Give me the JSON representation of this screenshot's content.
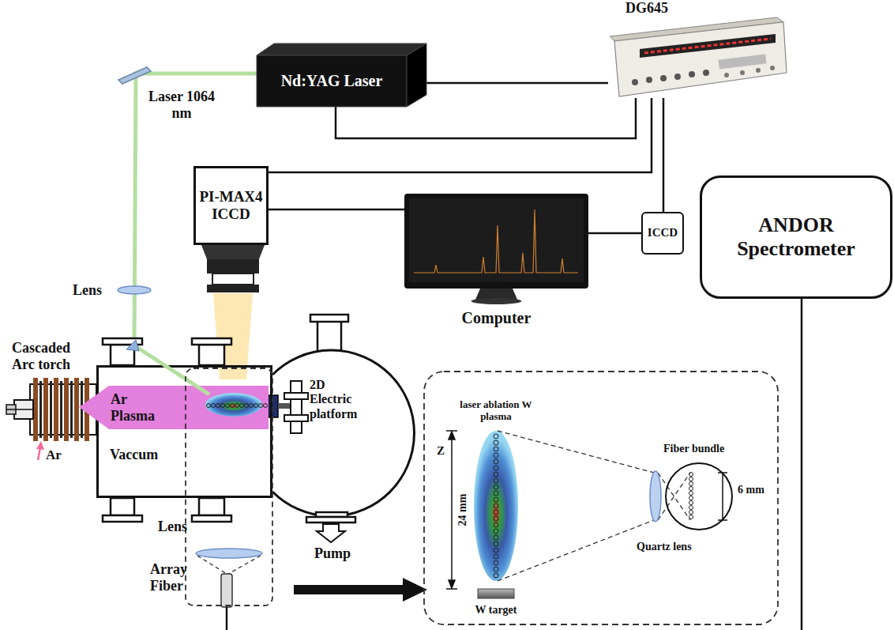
{
  "diagram": {
    "nodes": [
      {
        "text": [
          "DG645"
        ]
      },
      {
        "text": [
          "Nd:YAG Laser"
        ]
      },
      {
        "text": [
          "PI-MAX4 ICCD"
        ]
      },
      {
        "text": [
          "Computer"
        ]
      },
      {
        "text": [
          "ICCD"
        ]
      },
      {
        "text": [
          "ANDOR Spectrometer"
        ]
      },
      {
        "text": [
          "Vaccum"
        ]
      },
      {
        "text": [
          "Ar Plasma"
        ],
        "in": 6
      }
    ],
    "edges": [
      {
        "from": 0,
        "to": 1,
        "arrow": "none"
      },
      {
        "from": 0,
        "to": 1,
        "arrow": "none"
      },
      {
        "from": 0,
        "to": 2,
        "arrow": "none"
      },
      {
        "from": 0,
        "to": 4,
        "arrow": "none"
      },
      {
        "from": 2,
        "to": 3,
        "arrow": "none"
      },
      {
        "from": 3,
        "to": 4,
        "arrow": "none"
      }
    ],
    "labels": [
      "Laser 1064 nm",
      "Lens",
      "Cascaded Arc torch",
      "Ar",
      "2D Electric platform",
      "Pump",
      "Lens",
      "Array Fiber",
      "laser ablation W plasma",
      "Z",
      "24 mm",
      "W target",
      "Fiber bundle",
      "Quartz lens",
      "6 mm"
    ]
  }
}
